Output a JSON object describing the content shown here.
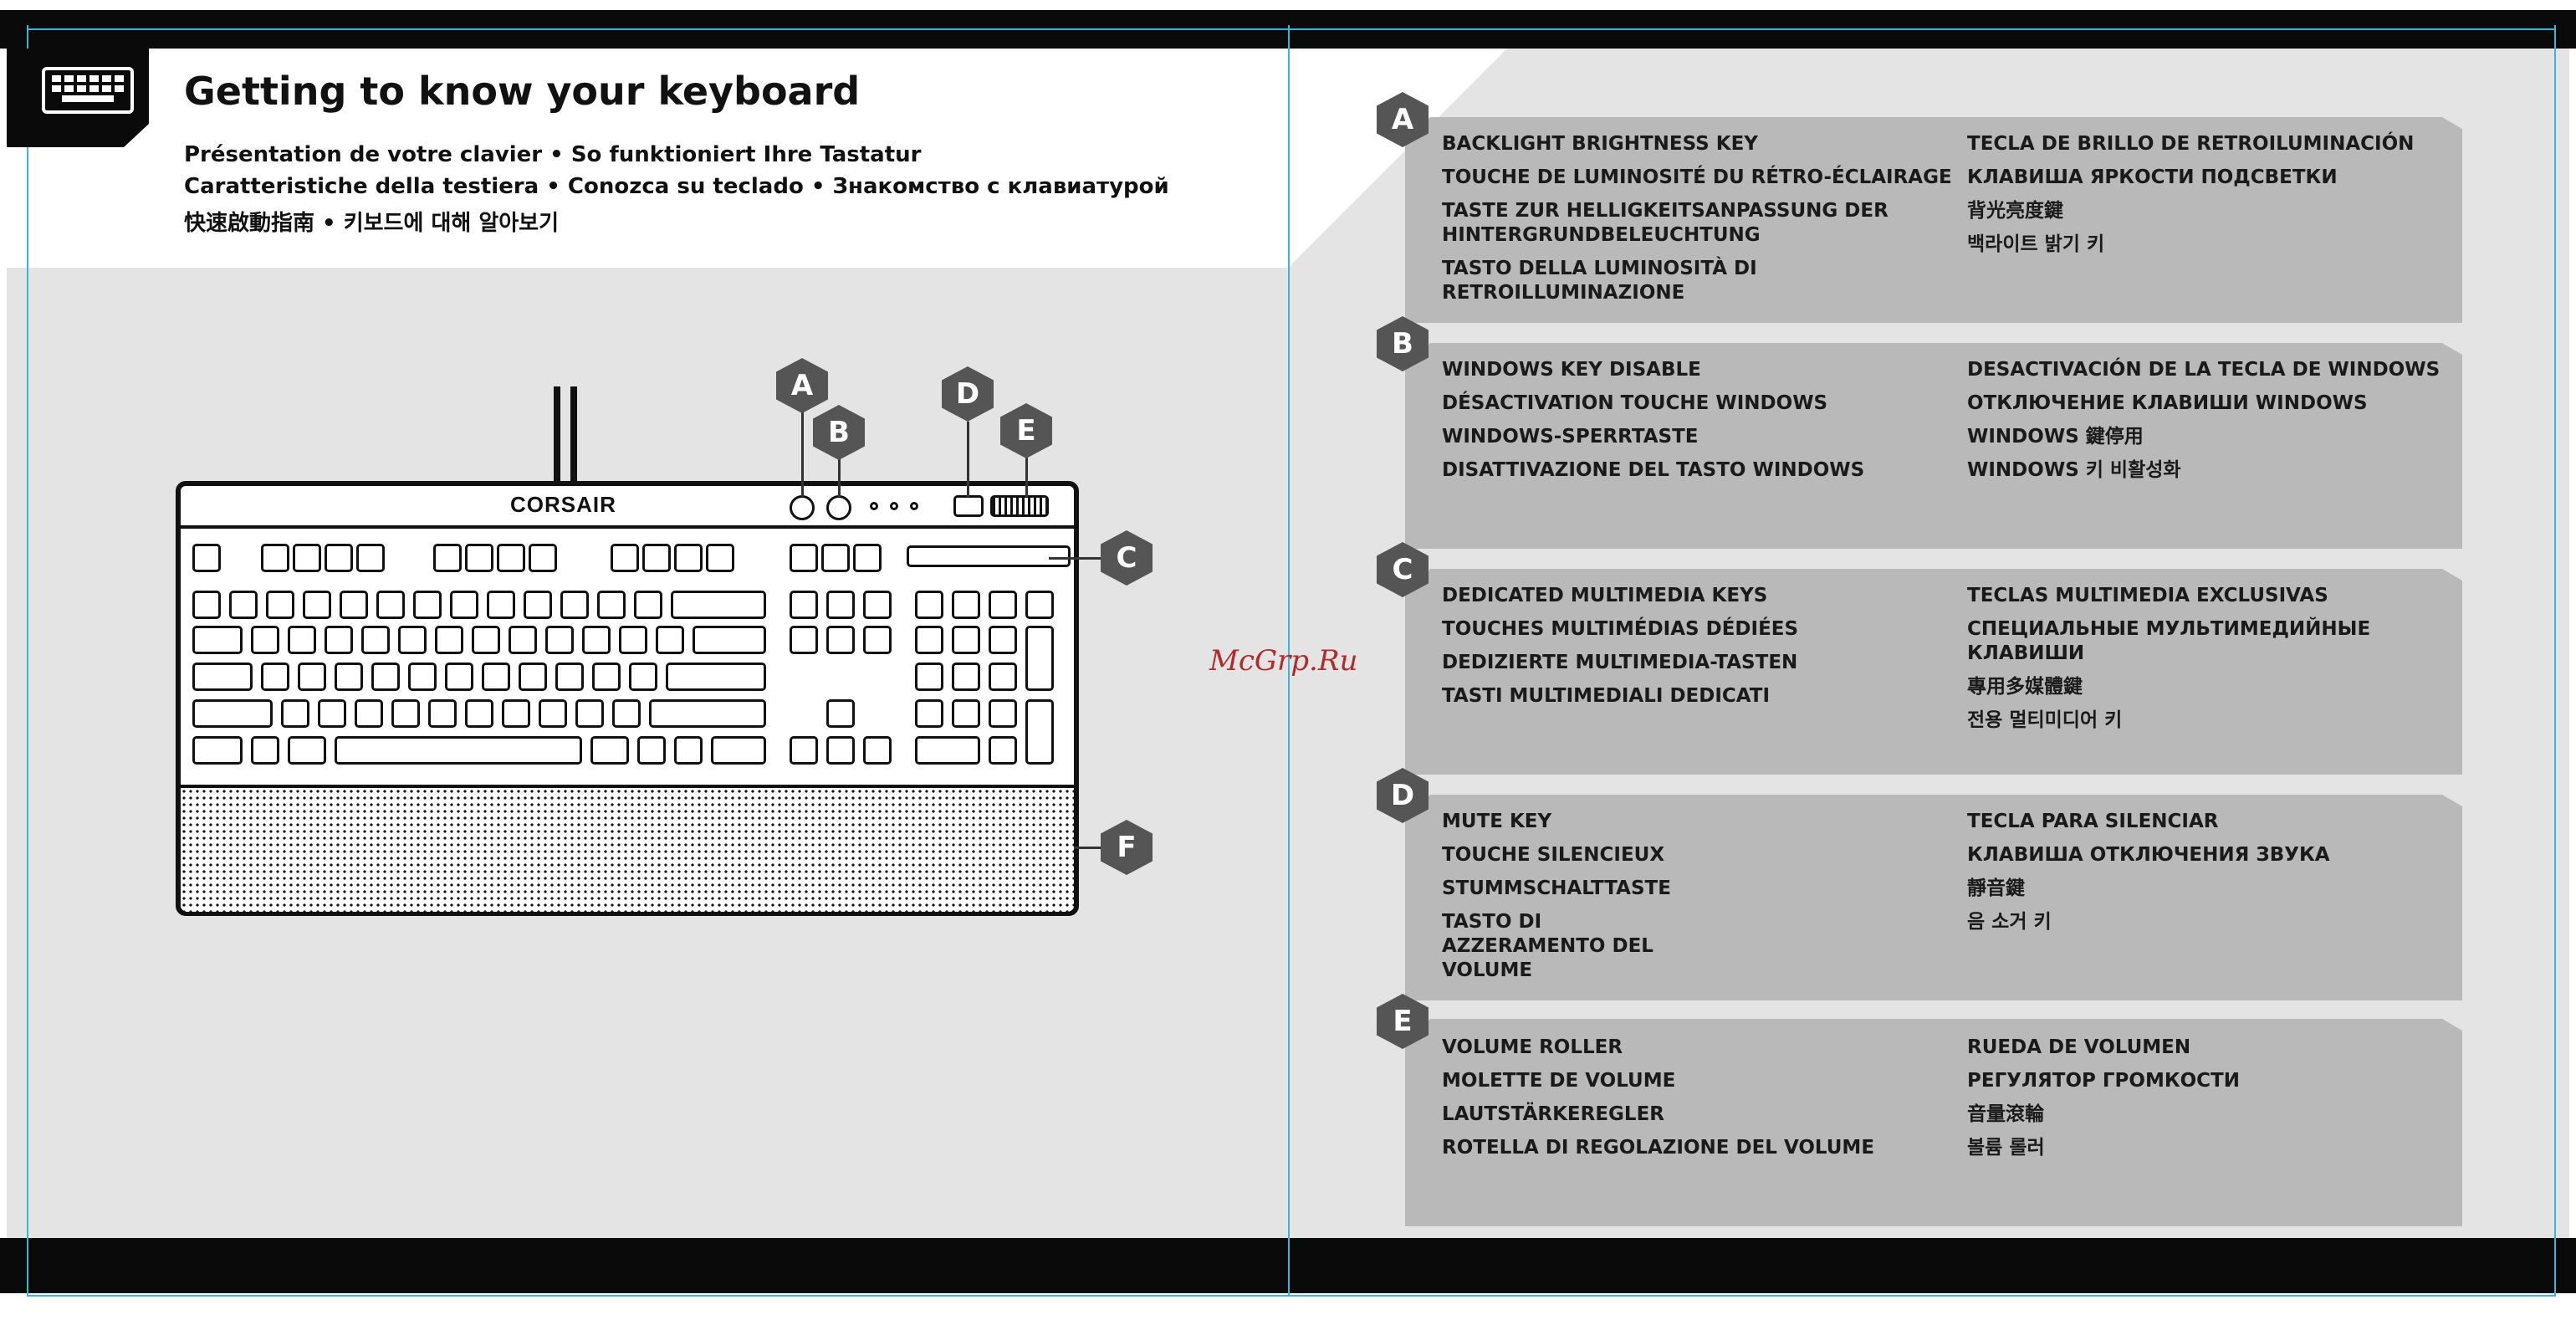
{
  "header": {
    "title": "Getting to know your keyboard",
    "subtitle_lines": [
      "Présentation de votre clavier • So funktioniert Ihre Tastatur",
      "Caratteristiche della testiera • Conozca su teclado • Знакомство с клавиатурой",
      "快速啟動指南 • 키보드에 대해 알아보기"
    ]
  },
  "keyboard": {
    "brand": "CORSAIR",
    "callouts": [
      "A",
      "B",
      "C",
      "D",
      "E",
      "F"
    ]
  },
  "watermark": "McGrp.Ru",
  "sections": [
    {
      "letter": "A",
      "left": [
        "BACKLIGHT BRIGHTNESS KEY",
        "TOUCHE DE LUMINOSITÉ DU RÉTRO-ÉCLAIRAGE",
        "TASTE ZUR HELLIGKEITSANPASSUNG DER HINTERGRUNDBELEUCHTUNG",
        "TASTO DELLA LUMINOSITÀ DI RETROILLUMINAZIONE"
      ],
      "right": [
        "TECLA DE BRILLO DE RETROILUMINACIÓN",
        "КЛАВИША ЯРКОСТИ ПОДСВЕТКИ",
        "背光亮度鍵",
        "백라이트 밝기 키"
      ]
    },
    {
      "letter": "B",
      "left": [
        "WINDOWS KEY DISABLE",
        "DÉSACTIVATION TOUCHE WINDOWS",
        "WINDOWS-SPERRTASTE",
        "DISATTIVAZIONE DEL TASTO WINDOWS"
      ],
      "right": [
        "DESACTIVACIÓN DE LA TECLA DE WINDOWS",
        "ОТКЛЮЧЕНИЕ КЛАВИШИ WINDOWS",
        "WINDOWS 鍵停用",
        "WINDOWS 키 비활성화"
      ]
    },
    {
      "letter": "C",
      "left": [
        "DEDICATED MULTIMEDIA KEYS",
        "TOUCHES MULTIMÉDIAS DÉDIÉES",
        "DEDIZIERTE MULTIMEDIA-TASTEN",
        "TASTI MULTIMEDIALI DEDICATI"
      ],
      "right": [
        "TECLAS MULTIMEDIA EXCLUSIVAS",
        "СПЕЦИАЛЬНЫЕ МУЛЬТИМЕДИЙНЫЕ КЛАВИШИ",
        "專用多媒體鍵",
        "전용 멀티미디어 키"
      ]
    },
    {
      "letter": "D",
      "left": [
        "MUTE KEY",
        "TOUCHE SILENCIEUX",
        "STUMMSCHALTTASTE",
        "TASTO DI AZZERAMENTO DEL VOLUME"
      ],
      "right": [
        "TECLA PARA SILENCIAR",
        "КЛАВИША ОТКЛЮЧЕНИЯ ЗВУКА",
        "靜音鍵",
        "음 소거 키"
      ]
    },
    {
      "letter": "E",
      "left": [
        "VOLUME ROLLER",
        "MOLETTE DE VOLUME",
        "LAUTSTÄRKEREGLER",
        "ROTELLA DI REGOLAZIONE DEL VOLUME"
      ],
      "right": [
        "RUEDA DE VOLUMEN",
        "РЕГУЛЯТОР ГРОМКОСТИ",
        "音量滾輪",
        "볼륨 롤러"
      ]
    }
  ]
}
